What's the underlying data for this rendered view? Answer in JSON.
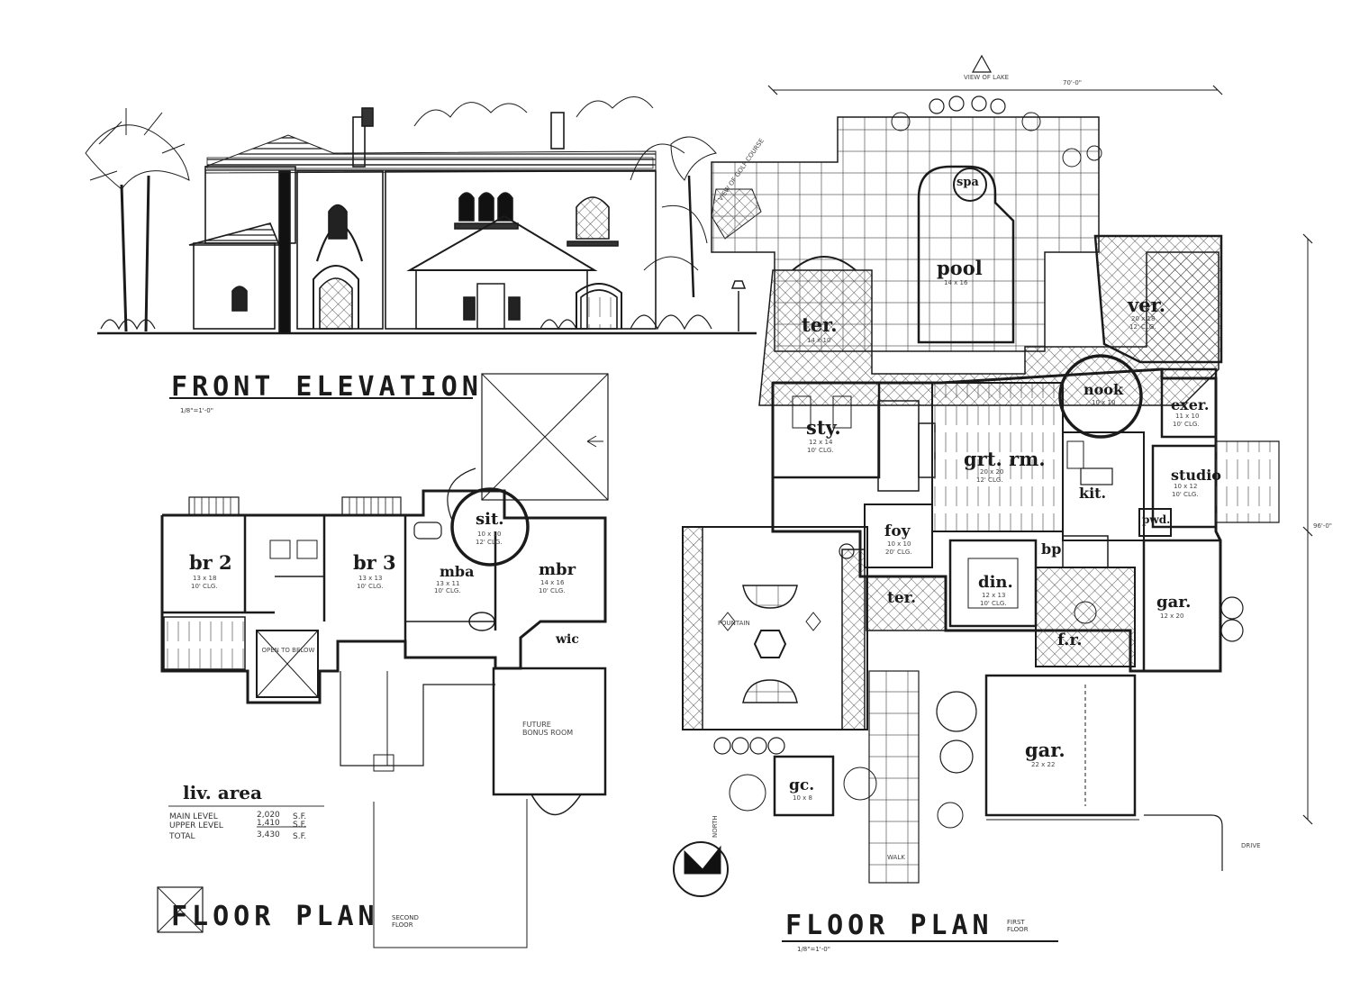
{
  "titles": {
    "front_elevation": "FRONT ELEVATION",
    "front_elevation_scale": "1/8\"=1'-0\"",
    "second_floor_plan": "FLOOR PLAN",
    "second_floor_sub": "SECOND FLOOR",
    "first_floor_plan": "FLOOR PLAN",
    "first_floor_sub": "FIRST FLOOR",
    "first_floor_scale": "1/8\"=1'-0\""
  },
  "second_floor": {
    "rooms": {
      "br2": {
        "name": "br 2",
        "size": "13 x 18",
        "ceiling": "10' CLG."
      },
      "br3": {
        "name": "br 3",
        "size": "13 x 13",
        "ceiling": "10' CLG."
      },
      "sit": {
        "name": "sit.",
        "size": "10 x 10",
        "ceiling": "12' CLG."
      },
      "mbr": {
        "name": "mbr",
        "size": "14 x 16",
        "ceiling": "10' CLG."
      },
      "mba": {
        "name": "mba",
        "size": "13 x 11",
        "ceiling": "10' CLG."
      },
      "wic": {
        "name": "wic"
      },
      "open_below": {
        "text": "OPEN TO BELOW"
      },
      "bonus": {
        "text": "FUTURE BONUS ROOM"
      }
    },
    "living_area": {
      "title": "liv. area",
      "rows": [
        {
          "label": "MAIN LEVEL",
          "value": "2,020",
          "unit": "S.F."
        },
        {
          "label": "UPPER LEVEL",
          "value": "1,410",
          "unit": "S.F."
        },
        {
          "label": "TOTAL",
          "value": "3,430",
          "unit": "S.F."
        }
      ]
    }
  },
  "first_floor": {
    "overall_width": "70'-0\"",
    "overall_depth": "96'-0\"",
    "view_label": "VIEW OF LAKE",
    "golf_label": "VIEW OF GOLF COURSE",
    "drive_label": "DRIVE",
    "walk_label": "WALK",
    "north_label": "NORTH",
    "fountain_label": "FOUNTAIN",
    "rooms": {
      "spa": {
        "name": "spa"
      },
      "pool": {
        "name": "pool",
        "size": "14 x 16"
      },
      "ter_left": {
        "name": "ter.",
        "size": "14 x 10"
      },
      "ver": {
        "name": "ver.",
        "size": "20 x 18",
        "ceiling": "12' CLG."
      },
      "sty": {
        "name": "sty.",
        "size": "12 x 14",
        "ceiling": "10' CLG."
      },
      "grt_rm": {
        "name": "grt. rm.",
        "size": "20 x 20",
        "ceiling": "12' CLG."
      },
      "nook": {
        "name": "nook",
        "size": "10 x 10"
      },
      "exer": {
        "name": "exer.",
        "size": "11 x 10",
        "ceiling": "10' CLG."
      },
      "studio": {
        "name": "studio",
        "size": "10 x 12",
        "ceiling": "10' CLG."
      },
      "kit": {
        "name": "kit."
      },
      "foy": {
        "name": "foy",
        "size": "10 x 10",
        "ceiling": "20' CLG."
      },
      "pwd": {
        "name": "pwd."
      },
      "bp": {
        "name": "bp"
      },
      "ter_front": {
        "name": "ter."
      },
      "din": {
        "name": "din.",
        "size": "12 x 13",
        "ceiling": "10' CLG."
      },
      "fr": {
        "name": "f.r."
      },
      "gar_small": {
        "name": "gar.",
        "size": "12 x 20"
      },
      "gar_main": {
        "name": "gar.",
        "size": "22 x 22"
      },
      "gc": {
        "name": "gc.",
        "size": "10 x 8"
      }
    }
  }
}
